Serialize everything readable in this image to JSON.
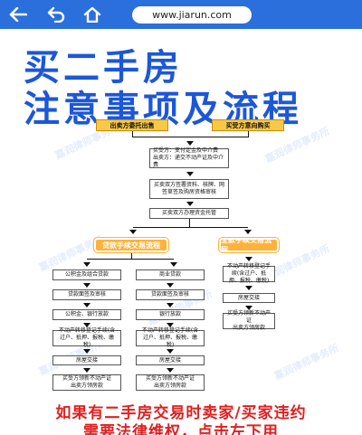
{
  "browser": {
    "url": "www.jiarun.com"
  },
  "page": {
    "headline_1": "买二手房",
    "headline_2": "注意事项及流程",
    "watermark": "嘉润律师事务所",
    "flow": {
      "seller_start": "出卖方委托出售",
      "buyer_start": "买受方意向购买",
      "step_fee": "买受方：支付定金及中介费\n出卖方：递交不动产证及中介费",
      "step_contract": "买卖双方签署资料、核牌、网签草签及购房资格审核",
      "step_escrow": "买卖双方办理资金托管",
      "loan_branch": "贷款手续交易流程",
      "full_branch": "全款手续交易流程",
      "loan_fund": "公积金及组合贷款",
      "loan_commercial": "商业贷款",
      "loan_sign": "贷款面签及审核",
      "loan_sign_2": "贷款面签及审核",
      "fund_bank_release": "公积金、银行放款",
      "bank_release": "银行放款",
      "transfer_left": "不动产转移登记手续(含过户、抵押、报税、缴税)",
      "transfer_mid": "不动产转移登记手续(含过户、抵押、报税、缴税)",
      "transfer_right": "不动产转移登记手续(含过户、抵押、报税、缴税)",
      "handover_left": "房屋交接",
      "handover_mid": "房屋交接",
      "handover_right": "房屋交接",
      "final_left": "买受方领新不动产证\n出卖方领房款",
      "final_mid": "买受方领新不动产证\n出卖方领房款",
      "final_right": "买受方领新不动产证\n出卖方领房款"
    },
    "footer_1": "如果有二手房交易时卖家/买家违约",
    "footer_2": "需要法律维权，点击左下用"
  }
}
